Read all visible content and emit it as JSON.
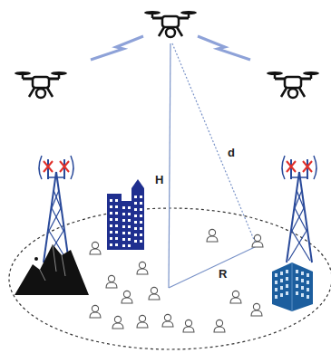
{
  "diagram": {
    "labels": [
      "H",
      "d",
      "R"
    ]
  }
}
